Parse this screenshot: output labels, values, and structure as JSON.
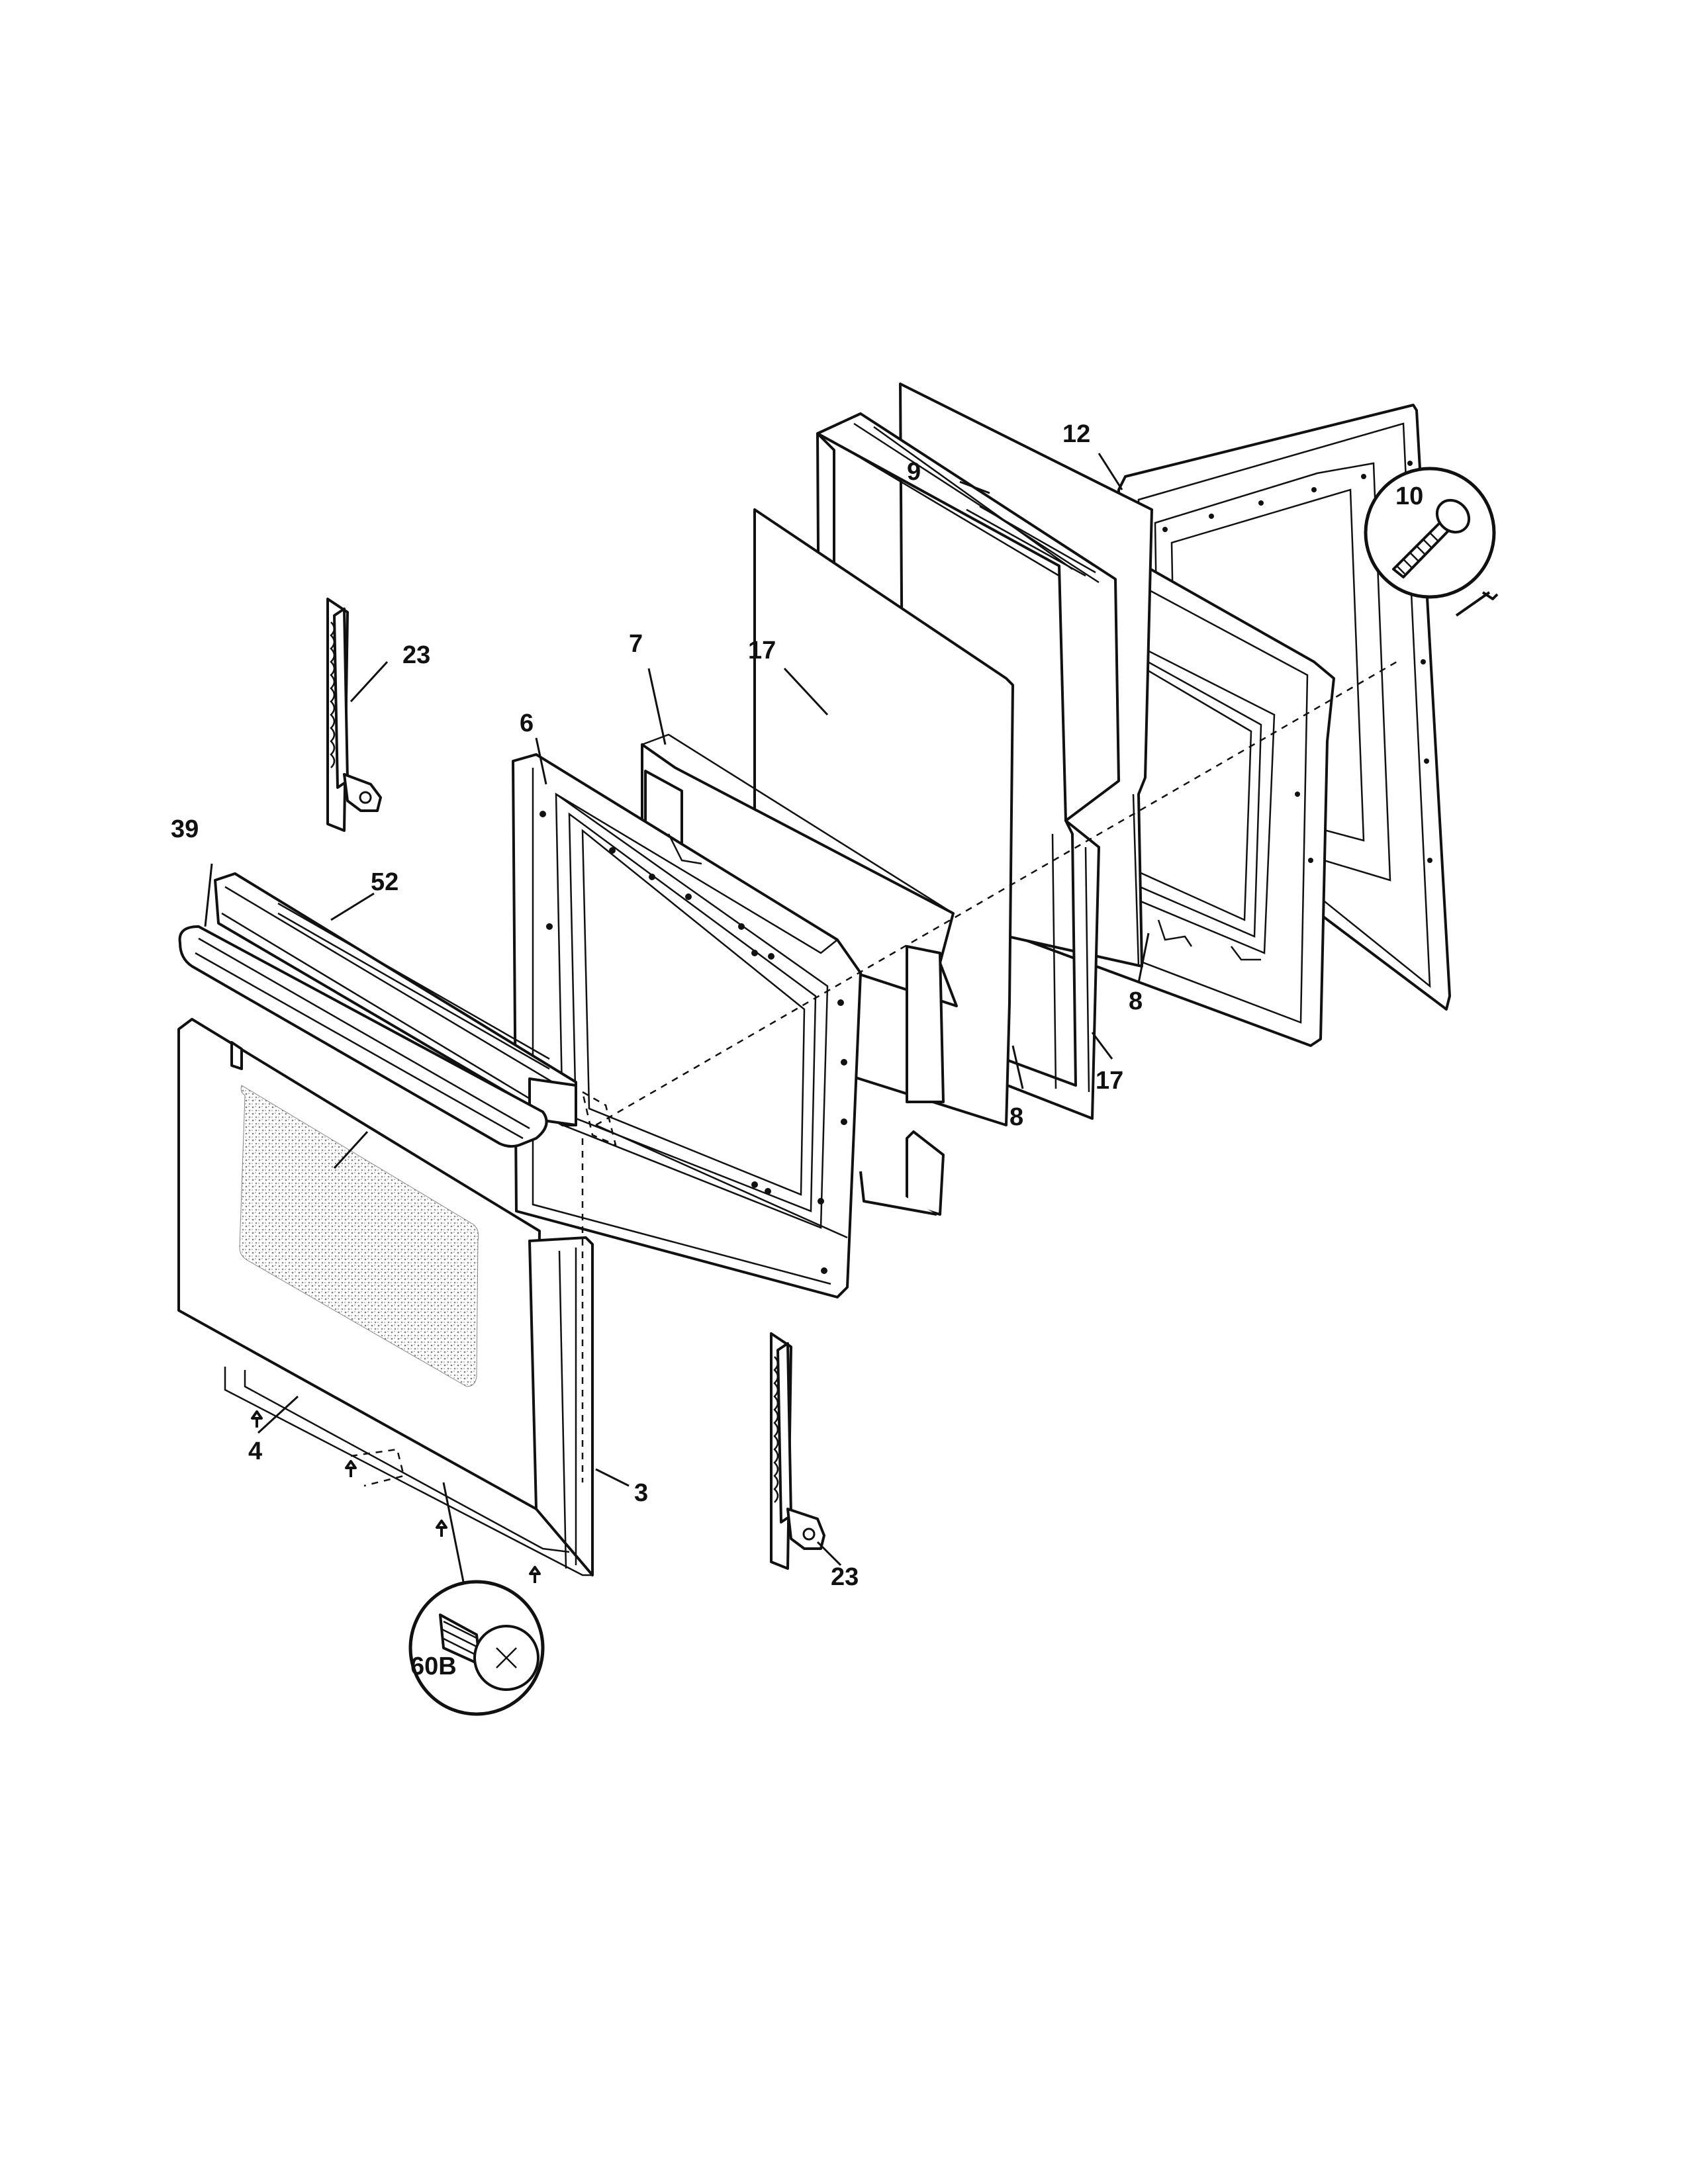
{
  "callouts": {
    "c3": "3",
    "c4": "4",
    "c6": "6",
    "c7": "7",
    "c8a": "8",
    "c8b": "8",
    "c9": "9",
    "c10": "10",
    "c12": "12",
    "c17a": "17",
    "c17b": "17",
    "c23a": "23",
    "c23b": "23",
    "c39": "39",
    "c52": "52",
    "c60b": "60B"
  }
}
